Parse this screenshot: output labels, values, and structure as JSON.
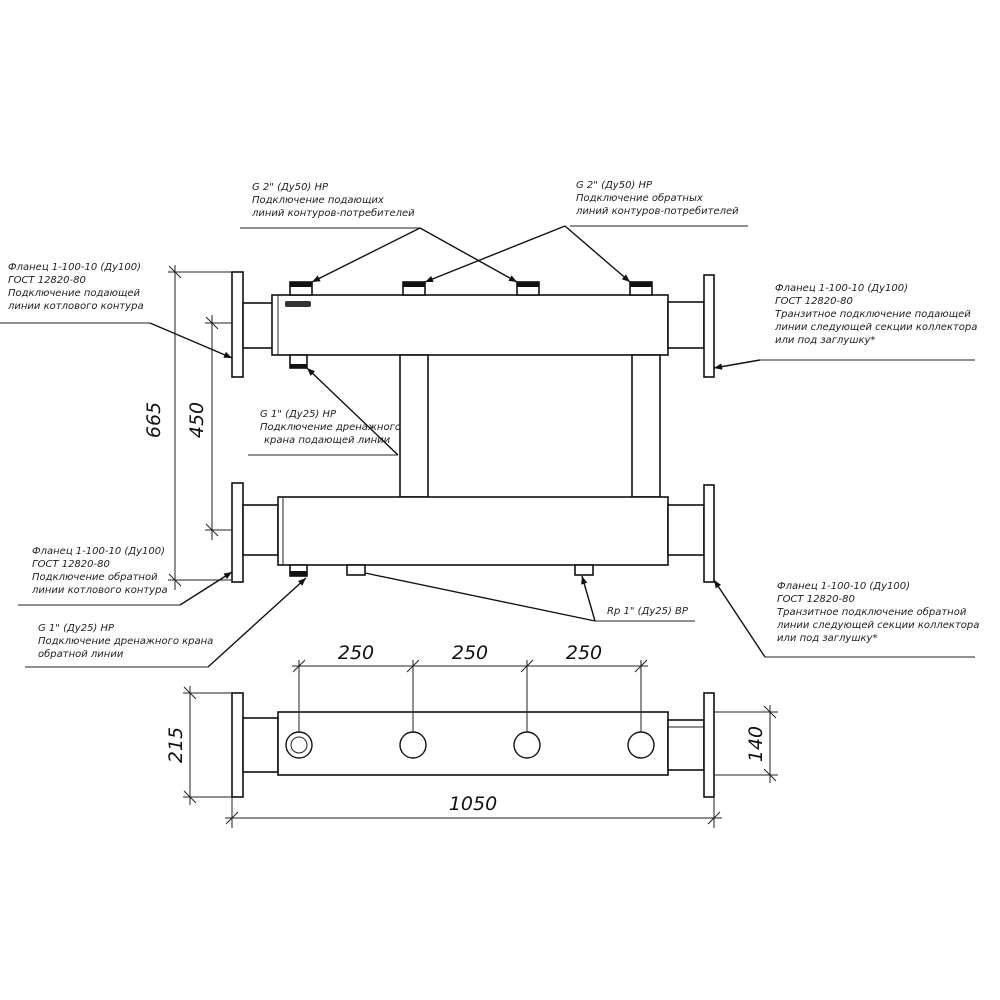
{
  "callouts": {
    "supply_outlets": [
      "G 2\" (Ду50) НР",
      "Подключение подающих",
      "линий контуров-потребителей"
    ],
    "return_outlets": [
      "G 2\" (Ду50) НР",
      "Подключение обратных",
      "линий контуров-потребителей"
    ],
    "flange_supply_left": [
      "Фланец 1-100-10 (Ду100)",
      "ГОСТ 12820-80",
      "Подключение подающей",
      "линии котлового контура"
    ],
    "flange_supply_right": [
      "Фланец 1-100-10 (Ду100)",
      "ГОСТ 12820-80",
      "Транзитное подключение подающей",
      "линии следующей секции коллектора",
      "или под заглушку*"
    ],
    "drain_supply": [
      "G 1\" (Ду25) НР",
      "Подключение дренажного",
      "крана подающей линии"
    ],
    "flange_return_left": [
      "Фланец 1-100-10 (Ду100)",
      "ГОСТ 12820-80",
      "Подключение обратной",
      "линии котлового контура"
    ],
    "drain_return": [
      "G 1\" (Ду25) НР",
      "Подключение дренажного крана",
      "обратной линии"
    ],
    "rp_fitting": [
      "Rp 1\" (Ду25) ВР"
    ],
    "flange_return_right": [
      "Фланец 1-100-10 (Ду100)",
      "ГОСТ 12820-80",
      "Транзитное подключение обратной",
      "линии следующей секции коллектора",
      "или под заглушку*"
    ]
  },
  "dimensions": {
    "overall_height": "665",
    "header_spacing": "450",
    "pitch_1": "250",
    "pitch_2": "250",
    "pitch_3": "250",
    "flange_diameter": "215",
    "body_height": "140",
    "overall_length": "1050"
  }
}
